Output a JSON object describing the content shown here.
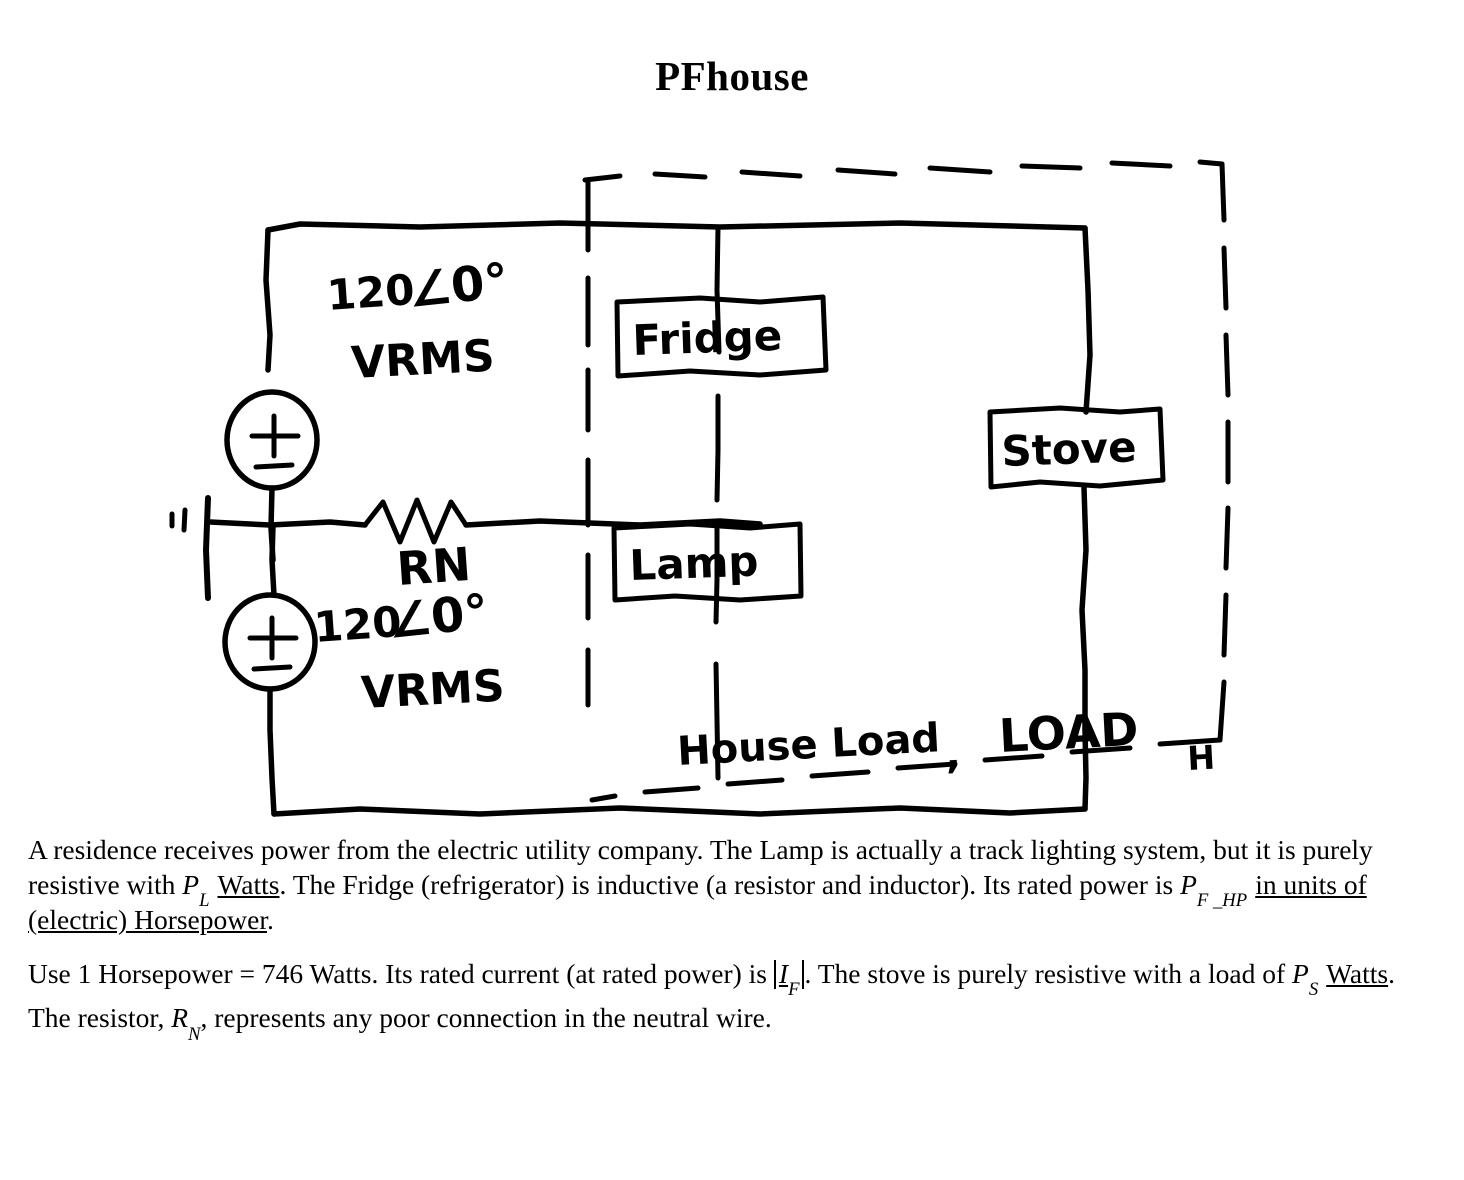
{
  "title": "PFhouse",
  "figure": {
    "source_top": {
      "magnitude": "120",
      "angle": "∠0°",
      "unit": "VRMS"
    },
    "source_bottom": {
      "magnitude": "120",
      "angle": "∠0°",
      "unit": "VRMS"
    },
    "resistor_label": "RN",
    "loads": [
      {
        "name": "Fridge"
      },
      {
        "name": "Lamp"
      },
      {
        "name": "Stove"
      }
    ],
    "dashed_box_caption": "House Load, LOADH",
    "dashed_box_caption_parts": {
      "house_load": "House Load",
      "comma": ",",
      "load_h": "LOAD",
      "load_h_sub": "H"
    },
    "icons": {
      "ground": "ground-icon",
      "voltage_source": "voltage-source-icon",
      "resistor": "resistor-icon",
      "plus": "+",
      "minus": "−"
    },
    "colors": {
      "ink": "#000000",
      "paper": "#ffffff"
    }
  },
  "text": {
    "p1": {
      "seg1": "A residence receives power from the electric utility company. The Lamp is actually a track lighting system, but it is purely resistive with ",
      "var_PL": "P",
      "var_PL_sub": "L",
      "underlined_watts": "Watts",
      "seg2": ". The Fridge (refrigerator) is inductive (a resistor and inductor). Its rated power is ",
      "var_PF": "P",
      "var_PF_sub": "F _HP",
      "underlined_hp": "in units of (electric) Horsepower",
      "seg3": "."
    },
    "p2": {
      "seg1": "Use 1 Horsepower = 746 Watts. Its rated current (at rated power) is ",
      "var_IF": "I",
      "var_IF_sub": "F",
      "seg2": ".  The stove is purely resistive with a load of ",
      "var_PS": "P",
      "var_PS_sub": "S",
      "underlined_watts": "Watts",
      "seg3": ". The resistor, ",
      "var_RN": "R",
      "var_RN_sub": "N",
      "seg4": ", represents any poor connection in the neutral wire."
    }
  }
}
